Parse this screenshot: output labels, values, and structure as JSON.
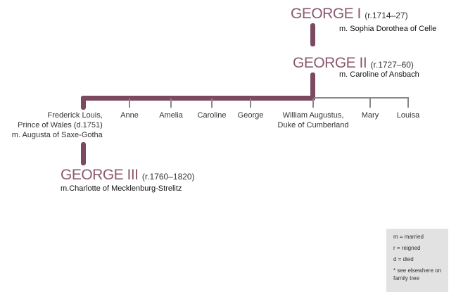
{
  "george_i": {
    "name": "GEORGE I",
    "reign": "(r.1714–27)",
    "spouse": "m. Sophia Dorothea of Celle"
  },
  "george_ii": {
    "name": "GEORGE II",
    "reign": "(r.1727–60)",
    "spouse": "m. Caroline of Ansbach"
  },
  "children": [
    {
      "lines": [
        "Frederick Louis,",
        "Prince of Wales (d.1751)",
        "m. Augusta of Saxe-Gotha"
      ]
    },
    {
      "lines": [
        "Anne"
      ]
    },
    {
      "lines": [
        "Amelia"
      ]
    },
    {
      "lines": [
        "Caroline"
      ]
    },
    {
      "lines": [
        "George"
      ]
    },
    {
      "lines": [
        "William Augustus,",
        "Duke of Cumberland"
      ]
    },
    {
      "lines": [
        "Mary"
      ]
    },
    {
      "lines": [
        "Louisa"
      ]
    }
  ],
  "george_iii": {
    "name": "GEORGE III",
    "reign": "(r.1760–1820)",
    "spouse": "m.Charlotte of Mecklenburg-Strelitz"
  },
  "legend": [
    "m = married",
    "r = reigned",
    "d = died",
    "* see elsewhere on family tree"
  ],
  "colors": {
    "royal_line": "#7b4a60",
    "name": "#8a5a70"
  }
}
